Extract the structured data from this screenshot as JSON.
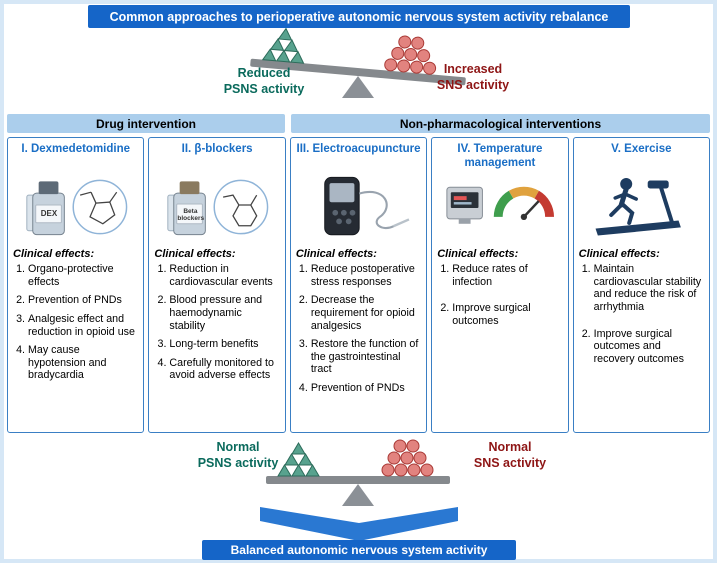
{
  "title": "Common approaches to perioperative autonomic nervous system activity rebalance",
  "top_balance": {
    "left_label": "Reduced\nPSNS activity",
    "right_label": "Increased\nSNS activity"
  },
  "section_headers": {
    "drug": "Drug intervention",
    "non_pharm": "Non-pharmacological interventions"
  },
  "effects_heading": "Clinical effects:",
  "panels": [
    {
      "title": "I. Dexmedetomidine",
      "icon": "dexmedetomidine-vial-and-chemical-structure",
      "vial_label": "DEX",
      "effects": [
        "Organo-protective effects",
        "Prevention of PNDs",
        "Analgesic effect and reduction in opioid use",
        "May cause hypotension and bradycardia"
      ]
    },
    {
      "title": "II. β-blockers",
      "icon": "beta-blockers-vial-and-chemical-structure",
      "vial_label": "Beta\nblockers",
      "effects": [
        "Reduction in cardiovascular events",
        "Blood pressure and haemodynamic stability",
        "Long-term benefits",
        "Carefully monitored to avoid adverse effects"
      ]
    },
    {
      "title": "III. Electroacupuncture",
      "icon": "electroacupuncture-device-with-cable",
      "effects": [
        "Reduce postoperative stress responses",
        "Decrease the requirement for opioid analgesics",
        "Restore the function of the gastrointestinal tract",
        "Prevention of PNDs"
      ]
    },
    {
      "title": "IV. Temperature\nmanagement",
      "icon": "thermometer-monitor-and-temperature-gauge",
      "effects": [
        "Reduce rates of infection",
        "Improve surgical outcomes"
      ]
    },
    {
      "title": "V. Exercise",
      "icon": "runner-on-treadmill",
      "effects": [
        "Maintain cardiovascular stability and reduce the risk of arrhythmia",
        "Improve surgical outcomes and recovery outcomes"
      ]
    }
  ],
  "bottom_balance": {
    "left_label": "Normal\nPSNS activity",
    "right_label": "Normal\nSNS activity"
  },
  "footer": "Balanced autonomic nervous system activity",
  "colors": {
    "banner_blue": "#1565c8",
    "header_bar_blue": "#abceec",
    "panel_border_blue": "#3a7fc4",
    "panel_title_blue": "#1a6ec5",
    "psns_teal_text": "#0a6a5c",
    "sns_red_text": "#8e1515",
    "triangle_green": "#58a28e",
    "circle_red": "#e2837f",
    "seesaw_gray": "#85898d",
    "arrow_blue": "#2a78d2"
  }
}
